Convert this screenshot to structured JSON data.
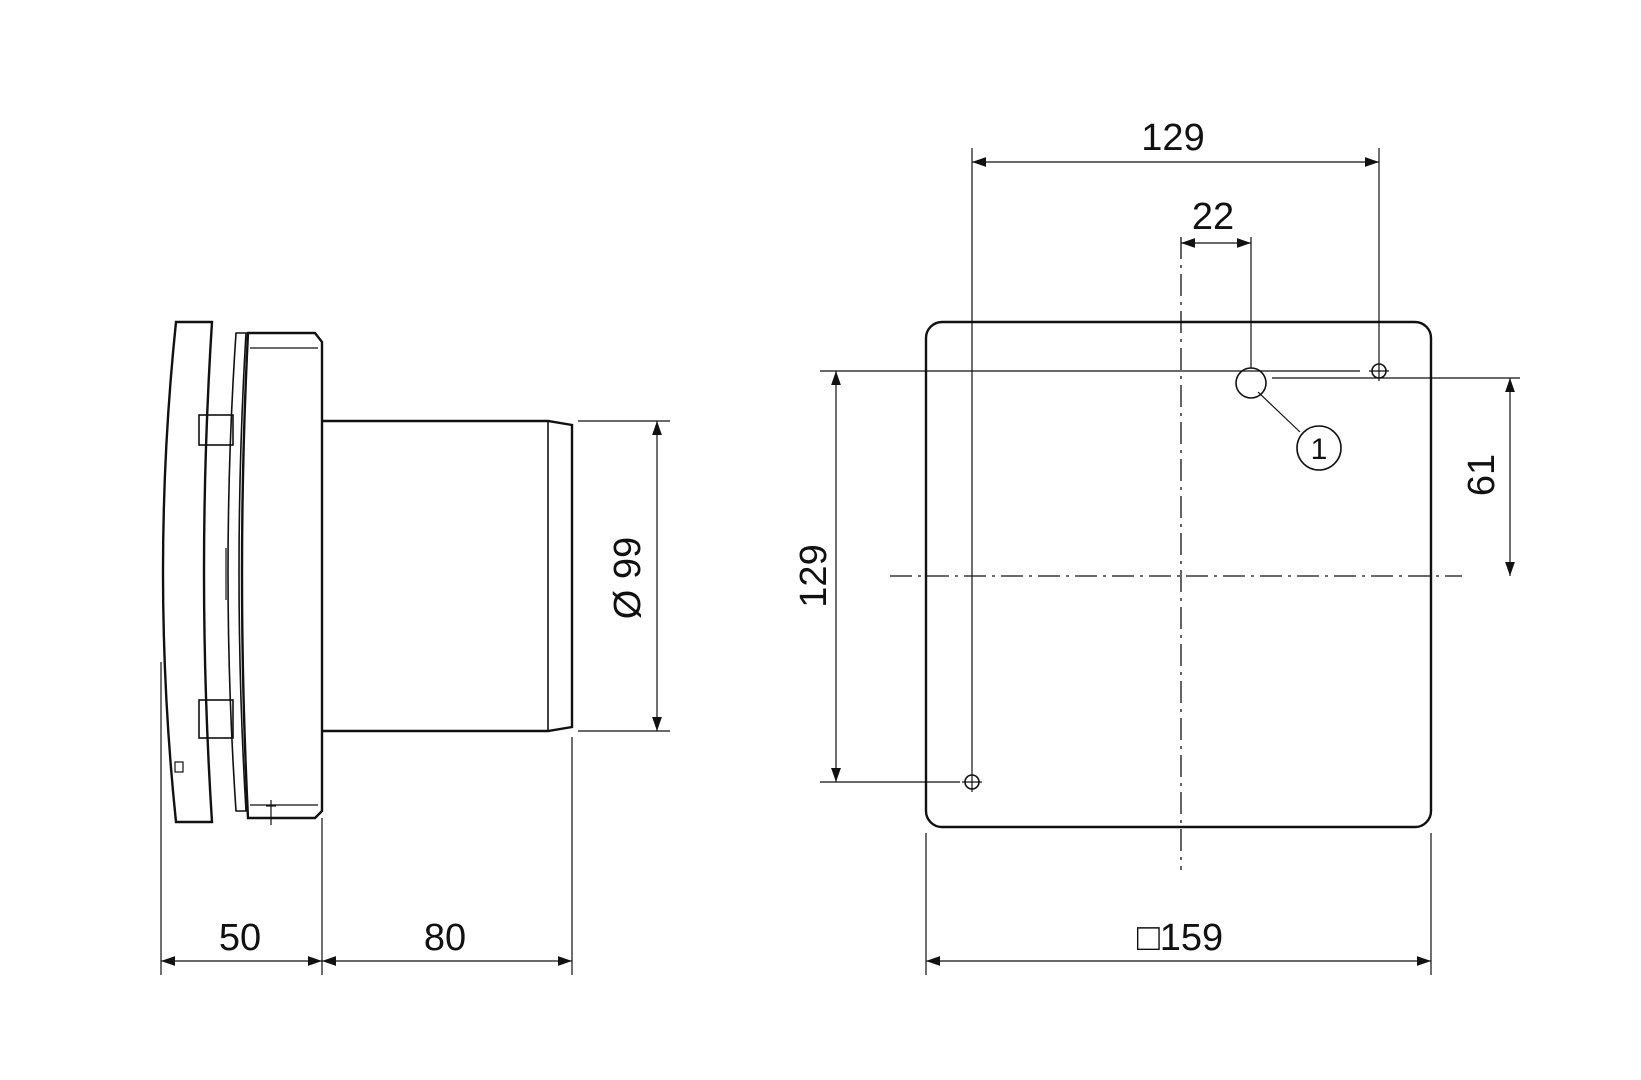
{
  "side_view": {
    "dim_depth_front": "50",
    "dim_depth_duct": "80",
    "dim_duct_diameter": "Ø 99"
  },
  "front_view": {
    "dim_hole_spacing_horizontal": "129",
    "dim_offset_horizontal": "22",
    "dim_hole_spacing_vertical": "129",
    "dim_offset_vertical": "61",
    "dim_square_side": "□159",
    "callout_number": "1"
  }
}
